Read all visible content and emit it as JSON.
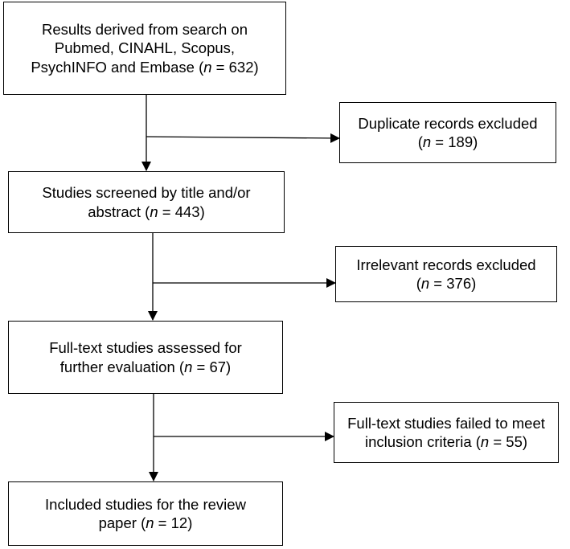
{
  "steps": {
    "identification": {
      "line1": "Results derived from search on",
      "line2": "Pubmed, CINAHL, Scopus,",
      "line3_pre": "PsychINFO and Embase (",
      "n_label": "n",
      "n_suffix": " = 632)"
    },
    "duplicates_excluded": {
      "line1": "Duplicate records excluded",
      "line2_pre": "(",
      "n_label": "n",
      "n_suffix": " = 189)"
    },
    "screening": {
      "line1": "Studies screened by title and/or",
      "line2_pre": "abstract (",
      "n_label": "n",
      "n_suffix": " = 443)"
    },
    "irrelevant_excluded": {
      "line1": "Irrelevant records excluded",
      "line2_pre": "(",
      "n_label": "n",
      "n_suffix": " = 376)"
    },
    "full_text_assessed": {
      "line1": "Full-text studies assessed for",
      "line2_pre": "further evaluation (",
      "n_label": "n",
      "n_suffix": " = 67)"
    },
    "failed_criteria": {
      "line1": "Full-text studies failed to meet",
      "line2_pre": "inclusion criteria (",
      "n_label": "n",
      "n_suffix": " = 55)"
    },
    "included": {
      "line1": "Included studies for the review",
      "line2_pre": "paper (",
      "n_label": "n",
      "n_suffix": " = 12)"
    }
  },
  "colors": {
    "line": "#000000",
    "box_border": "#000000",
    "background": "#ffffff"
  }
}
